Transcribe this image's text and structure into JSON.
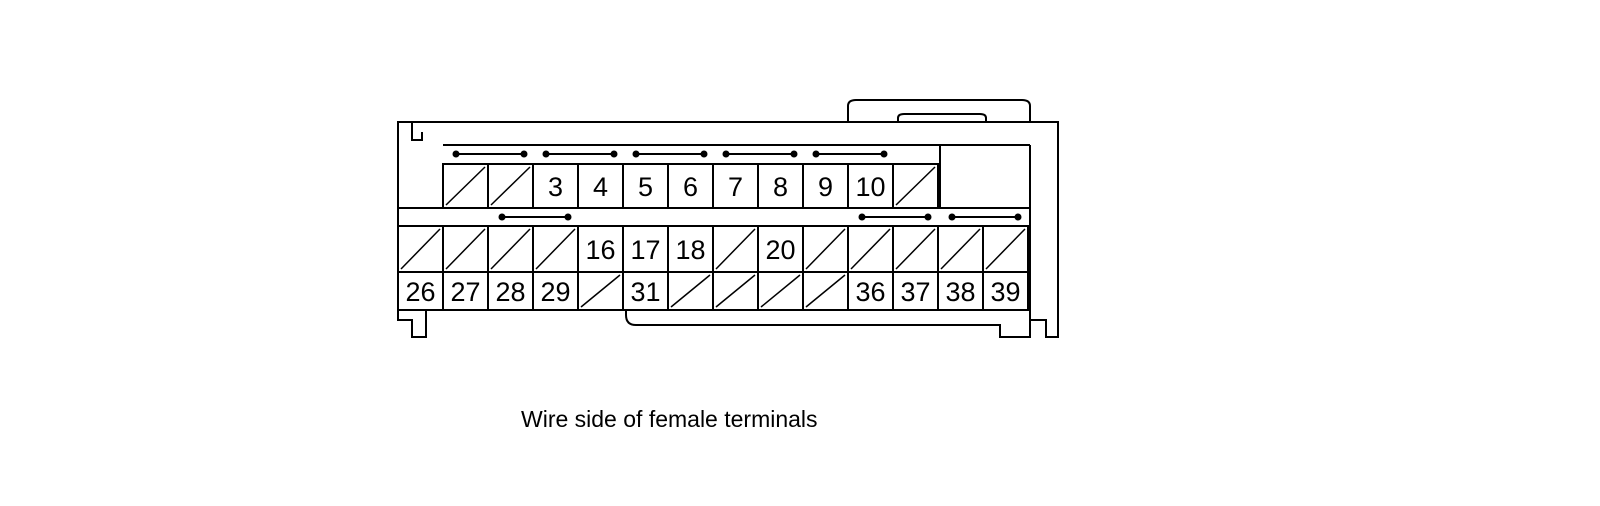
{
  "caption": "Wire side of female terminals",
  "connector": {
    "rows": [
      {
        "terminals": [
          "",
          "",
          "3",
          "4",
          "5",
          "6",
          "7",
          "8",
          "9",
          "10",
          ""
        ]
      },
      {
        "terminals": [
          "",
          "",
          "",
          "",
          "16",
          "17",
          "18",
          "",
          "20",
          "",
          "",
          "",
          "",
          ""
        ]
      },
      {
        "terminals": [
          "26",
          "27",
          "28",
          "29",
          "",
          "31",
          "",
          "",
          "",
          "",
          "36",
          "37",
          "38",
          "39"
        ]
      }
    ]
  }
}
